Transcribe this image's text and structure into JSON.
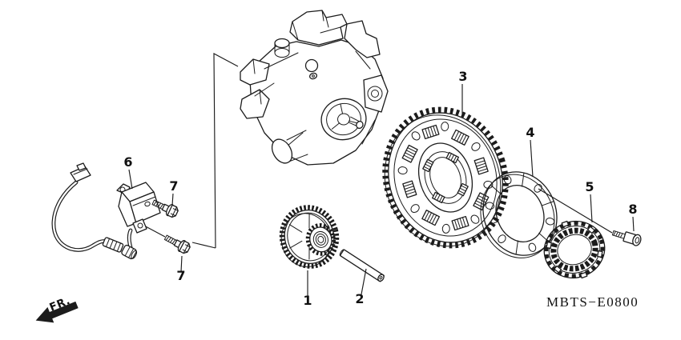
{
  "diagram": {
    "code": "MBTS−E0800",
    "front_marker": "FR.",
    "callouts": {
      "c1": "1",
      "c2": "2",
      "c3": "3",
      "c4": "4",
      "c5": "5",
      "c6": "6",
      "c7a": "7",
      "c7b": "7",
      "c8": "8"
    },
    "colors": {
      "line": "#1c1c1c",
      "background": "#ffffff"
    }
  }
}
